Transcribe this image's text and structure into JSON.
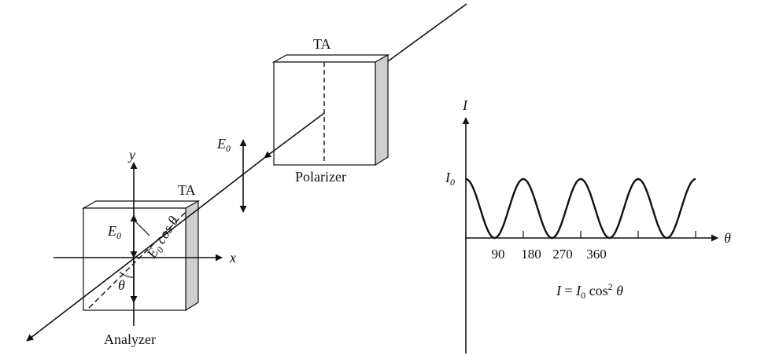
{
  "polarizer": {
    "ta_label": "TA",
    "caption": "Polarizer"
  },
  "analyzer": {
    "ta_label": "TA",
    "caption": "Analyzer"
  },
  "field": {
    "e_label": "E",
    "e_sub": "0"
  },
  "analyzer_axes": {
    "x_label": "x",
    "y_label": "y",
    "e_label": "E",
    "e_sub": "0",
    "theta_label": "θ",
    "projection_e": "E",
    "projection_sub": "0",
    "projection_rest": " cos θ"
  },
  "plot": {
    "y_axis_label": "I",
    "x_axis_label": "θ",
    "i0_label": "I",
    "i0_sub": "0",
    "ticks": [
      "90",
      "180",
      "270",
      "360"
    ],
    "formula": {
      "lhs": "I",
      "eq": " = ",
      "i": "I",
      "sub": "0",
      "cos": " cos",
      "sup": "2",
      "theta": " θ"
    }
  },
  "chart_data": {
    "type": "line",
    "x_axis": "θ",
    "y_axis": "I",
    "series": [
      {
        "x": [
          0,
          90,
          180,
          270,
          360,
          450,
          540,
          630,
          720
        ],
        "y": [
          1,
          0,
          1,
          0,
          1,
          0,
          1,
          0,
          1
        ]
      }
    ],
    "x_tick_labels": [
      "90",
      "180",
      "270",
      "360"
    ],
    "y_tick_labels": [
      "I0"
    ],
    "equation": "I = I0 cos^2 θ"
  },
  "colors": {
    "ink": "#111111",
    "box_side": "#cfcfcf",
    "box_face": "#ffffff"
  }
}
